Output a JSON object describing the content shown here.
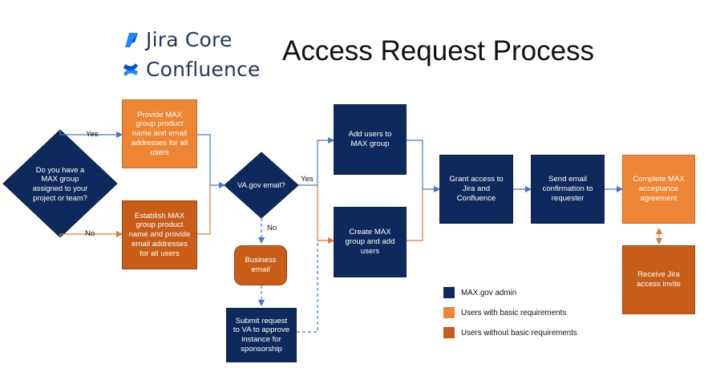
{
  "logos": {
    "jira": "Jira Core",
    "confluence": "Confluence"
  },
  "title": "Access Request Process",
  "nodes": {
    "q_group": "Do you have a MAX group assigned to your project or team?",
    "provide": "Provide MAX group product name and email addresses for all users",
    "establish": "Establish MAX group product name and provide email addresses for all users",
    "q_email": "VA.gov email?",
    "business": "Business email",
    "submit": "Submit request to VA to approve instance for sponsorship",
    "add_users": "Add users to MAX group",
    "create_group": "Create MAX group and add users",
    "grant": "Grant access to Jira and Confluence",
    "send_email": "Send email confirmation to requester",
    "complete": "Complete MAX acceptance agreement",
    "receive": "Receive Jira access invite"
  },
  "edge_labels": {
    "yes_1": "Yes",
    "no_1": "No",
    "yes_2": "Yes",
    "no_2": "No"
  },
  "legend": [
    {
      "label": "MAX.gov admin",
      "color": "#0e2a5c"
    },
    {
      "label": "Users with basic requirements",
      "color": "#ee8534"
    },
    {
      "label": "Users without basic requirements",
      "color": "#c85d1a"
    }
  ],
  "colors": {
    "navy": "#0e2a5c",
    "orange": "#ee8534",
    "rust": "#c85d1a",
    "blue_line": "#4a78c4",
    "orange_line": "#e07b39",
    "jira_blue": "#2684ff"
  }
}
